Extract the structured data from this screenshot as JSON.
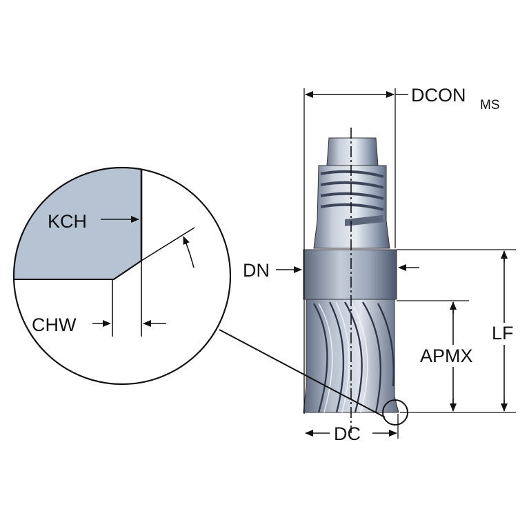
{
  "labels": {
    "dcon": "DCON",
    "dcon_sub": "MS",
    "dn": "DN",
    "lf": "LF",
    "apmx": "APMX",
    "dc": "DC",
    "kch": "KCH",
    "chw": "CHW"
  },
  "colors": {
    "steel_light": "#d8dde6",
    "steel_mid": "#9aa6b8",
    "steel_dark": "#4f5a6e",
    "chamfer_fill": "#b5c3d3",
    "line": "#111111"
  }
}
